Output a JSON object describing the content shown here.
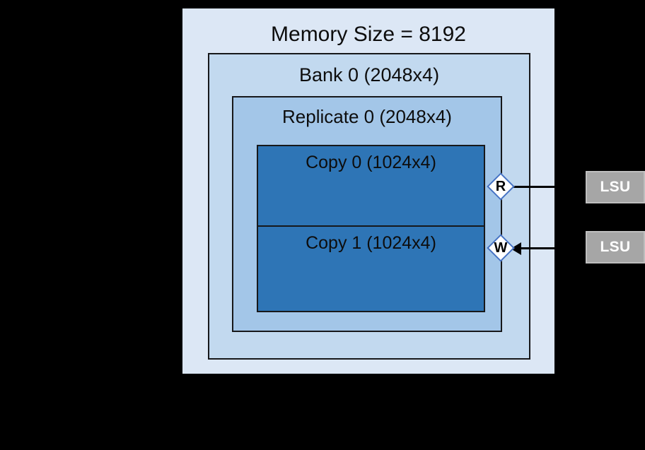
{
  "diagram": {
    "background": "#000000",
    "memory": {
      "label": "Memory Size = 8192",
      "fill": "#dce7f5"
    },
    "bank": {
      "label": "Bank 0 (2048x4)",
      "fill": "#c2d9ef"
    },
    "replicate": {
      "label": "Replicate 0 (2048x4)",
      "fill": "#a3c6e8"
    },
    "copies": [
      {
        "label": "Copy 0 (1024x4)",
        "fill": "#2e75b6"
      },
      {
        "label": "Copy 1 (1024x4)",
        "fill": "#2e75b6"
      }
    ],
    "ports": [
      {
        "letter": "R",
        "name": "read-port",
        "border": "#4472c4"
      },
      {
        "letter": "W",
        "name": "write-port",
        "border": "#4472c4"
      }
    ],
    "units": [
      {
        "label": "LSU",
        "fill": "#a6a6a6"
      },
      {
        "label": "LSU",
        "fill": "#a6a6a6"
      }
    ]
  }
}
